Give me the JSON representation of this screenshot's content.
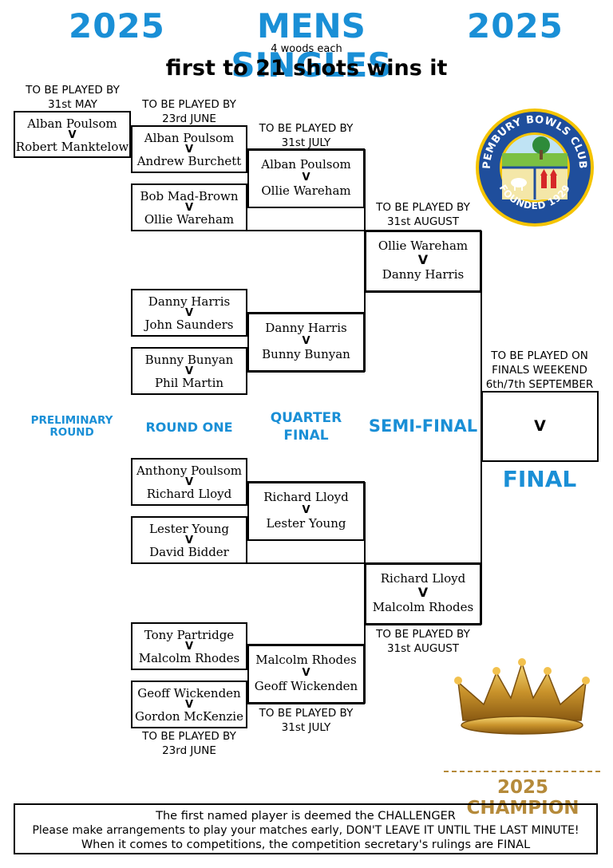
{
  "header": {
    "year_left": "2025",
    "title": "MENS SINGLES",
    "year_right": "2025",
    "subtitle": "4 woods each",
    "rule": "first to 21 shots wins it"
  },
  "schedules": {
    "prelim": "TO BE PLAYED BY\n31st MAY",
    "r1_top": "TO BE PLAYED BY\n23rd JUNE",
    "qf_top": "TO BE PLAYED BY\n31st JULY",
    "sf_top": "TO BE PLAYED BY\n31st AUGUST",
    "final": "TO BE PLAYED ON\nFINALS WEEKEND\n6th/7th SEPTEMBER",
    "sf_bottom": "TO BE PLAYED BY\n31st AUGUST",
    "qf_bottom": "TO BE PLAYED BY\n31st JULY",
    "r1_bottom": "TO BE PLAYED BY\n23rd JUNE"
  },
  "round_labels": {
    "prelim": "PRELIMINARY\nROUND",
    "round_one": "ROUND ONE",
    "quarter": "QUARTER\nFINAL",
    "semi": "SEMI-FINAL",
    "final": "FINAL"
  },
  "vs": "V",
  "matches": {
    "prelim": {
      "p1": "Alban Poulsom",
      "p2": "Robert Manktelow"
    },
    "r1": [
      {
        "p1": "Alban Poulsom",
        "p2": "Andrew Burchett"
      },
      {
        "p1": "Bob Mad-Brown",
        "p2": "Ollie Wareham"
      },
      {
        "p1": "Danny Harris",
        "p2": "John Saunders"
      },
      {
        "p1": "Bunny Bunyan",
        "p2": "Phil Martin"
      },
      {
        "p1": "Anthony Poulsom",
        "p2": "Richard Lloyd"
      },
      {
        "p1": "Lester Young",
        "p2": "David Bidder"
      },
      {
        "p1": "Tony Partridge",
        "p2": "Malcolm Rhodes"
      },
      {
        "p1": "Geoff Wickenden",
        "p2": "Gordon McKenzie"
      }
    ],
    "qf": [
      {
        "p1": "Alban Poulsom",
        "p2": "Ollie Wareham"
      },
      {
        "p1": "Danny Harris",
        "p2": "Bunny Bunyan"
      },
      {
        "p1": "Richard Lloyd",
        "p2": "Lester Young"
      },
      {
        "p1": "Malcolm Rhodes",
        "p2": "Geoff Wickenden"
      }
    ],
    "sf": [
      {
        "p1": "Ollie Wareham",
        "p2": "Danny Harris"
      },
      {
        "p1": "Richard Lloyd",
        "p2": "Malcolm Rhodes"
      }
    ],
    "final": {
      "p1": "",
      "p2": ""
    }
  },
  "logo": {
    "text_top": "PEMBURY BOWLS CLUB",
    "text_bottom": "FOUNDED 1929",
    "ring_color": "#1f4e9c",
    "rim_color": "#f5c400"
  },
  "champion_label": "2025 CHAMPION",
  "footer": {
    "line1": "The first named player is deemed the CHALLENGER",
    "line2": "Please make arrangements to play your matches early, DON'T LEAVE IT UNTIL THE LAST MINUTE!",
    "line3": "When it comes to competitions, the competition secretary's rulings are FINAL"
  },
  "colors": {
    "accent": "#1a8fd6",
    "gold": "#b58a3a"
  }
}
